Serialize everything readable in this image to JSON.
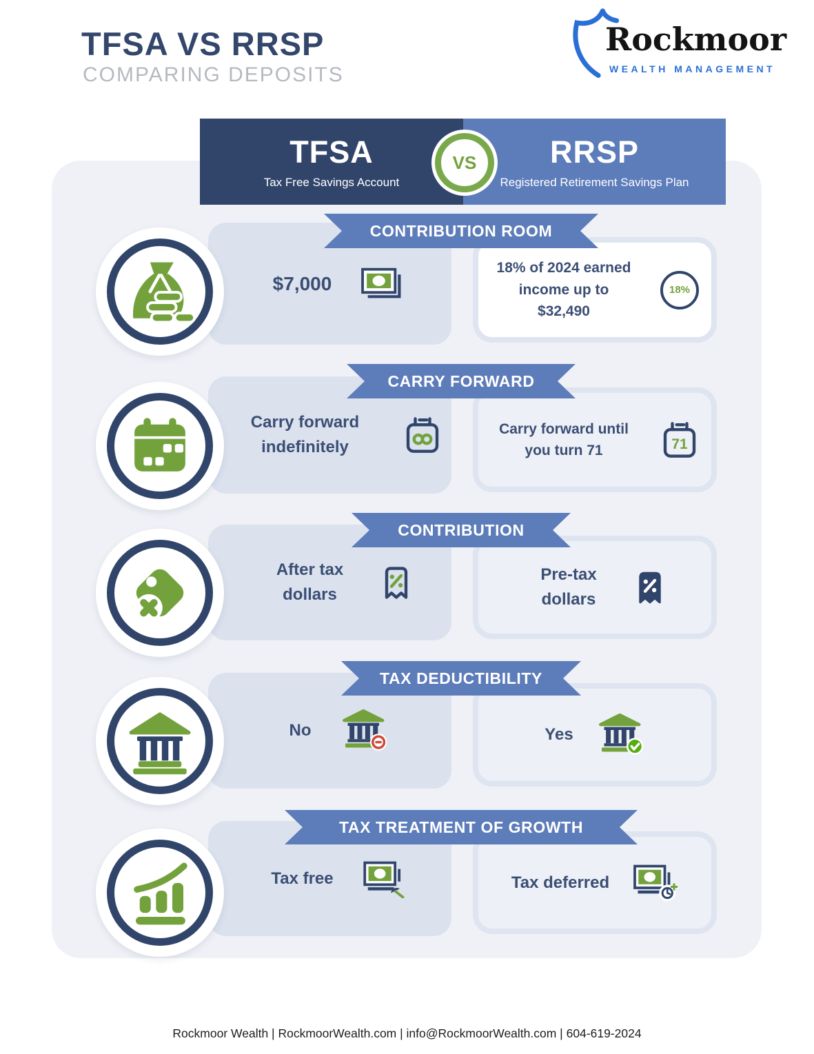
{
  "header": {
    "title": "TFSA VS RRSP",
    "subtitle": "COMPARING DEPOSITS"
  },
  "brand": {
    "logo_text": "Rockmoor",
    "logo_tagline": "WEALTH MANAGEMENT"
  },
  "versus": {
    "left_title": "TFSA",
    "left_subtitle": "Tax Free Savings Account",
    "vs_label": "VS",
    "right_title": "RRSP",
    "right_subtitle": "Registered Retirement Savings Plan"
  },
  "sections": [
    {
      "banner": "CONTRIBUTION ROOM",
      "tfsa_text": "$7,000",
      "rrsp_text": "18% of 2024 earned income up to $32,490",
      "rrsp_badge_text": "18%",
      "left_icon": "money-bag-icon",
      "tfsa_icon": "money-stack-icon",
      "rrsp_icon": "percent-circle-icon"
    },
    {
      "banner": "CARRY FORWARD",
      "tfsa_text": "Carry forward indefinitely",
      "rrsp_text": "Carry forward until you turn 71",
      "rrsp_icon_number": "71",
      "left_icon": "calendar-icon",
      "tfsa_icon": "calendar-infinity-icon",
      "rrsp_icon": "calendar-71-icon"
    },
    {
      "banner": "CONTRIBUTION",
      "tfsa_text": "After tax dollars",
      "rrsp_text": "Pre-tax dollars",
      "left_icon": "price-tag-x-icon",
      "tfsa_icon": "receipt-percent-outline-icon",
      "rrsp_icon": "receipt-percent-solid-icon"
    },
    {
      "banner": "TAX DEDUCTIBILITY",
      "tfsa_text": "No",
      "rrsp_text": "Yes",
      "left_icon": "bank-icon",
      "tfsa_icon": "bank-denied-icon",
      "rrsp_icon": "bank-approved-icon"
    },
    {
      "banner": "TAX TREATMENT OF GROWTH",
      "tfsa_text": "Tax free",
      "rrsp_text": "Tax deferred",
      "left_icon": "growth-chart-icon",
      "tfsa_icon": "money-magnifier-icon",
      "rrsp_icon": "money-clock-icon"
    }
  ],
  "footer": {
    "text": "Rockmoor Wealth | RockmoorWealth.com | info@RockmoorWealth.com | 604-619-2024"
  },
  "colors": {
    "navy": "#31456b",
    "blue": "#5d7cba",
    "green": "#73a23d",
    "tfsa_cell": "#dbe2ee",
    "panel": "#eff1f6",
    "card_border": "#dee5f0",
    "badge_red": "#cd4a3b",
    "badge_green": "#56ad0f",
    "logo_blue": "#2a6fd6"
  }
}
